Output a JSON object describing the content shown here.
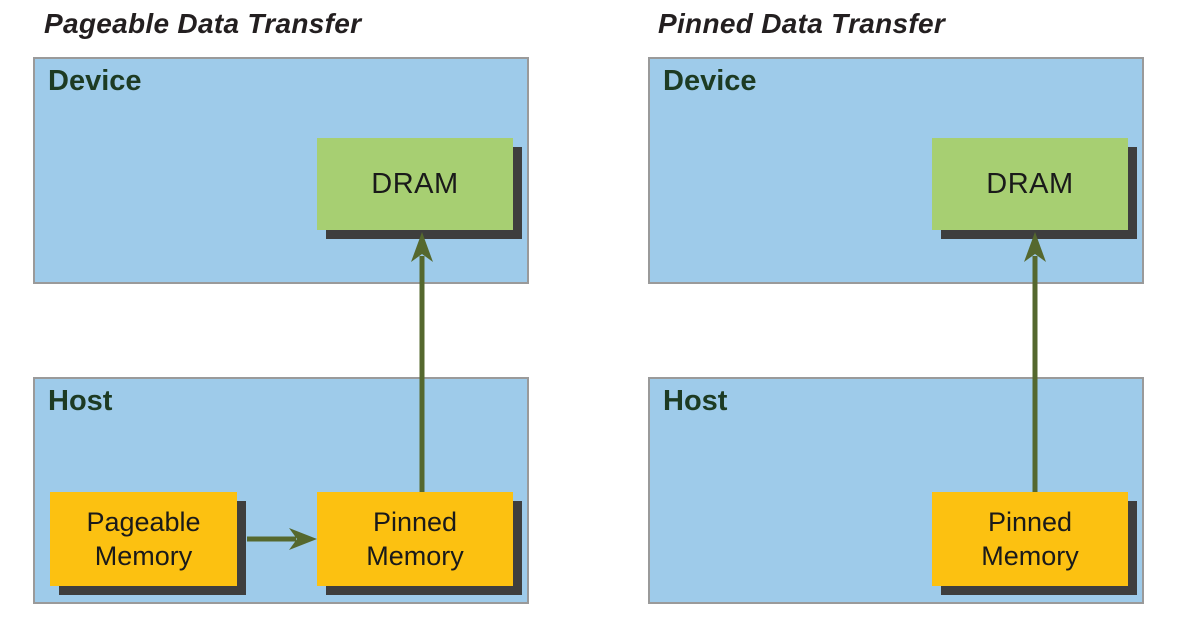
{
  "colors": {
    "title_text": "#231f20",
    "region_fill": "#9ecbea",
    "region_border": "#9a9a9a",
    "region_label_text": "#1d3b23",
    "dram_fill": "#a7cf72",
    "memory_fill": "#fcc111",
    "node_shadow": "#3e3e3e",
    "node_text": "#1a1a1a",
    "arrow_color": "#55682e"
  },
  "panels": {
    "left": {
      "title": "Pageable Data Transfer",
      "device": {
        "label": "Device",
        "dram_label": "DRAM"
      },
      "host": {
        "label": "Host",
        "pageable_label": "Pageable\nMemory",
        "pinned_label": "Pinned\nMemory"
      },
      "arrows": {
        "horizontal": "pageable-memory-to-pinned-memory",
        "vertical": "pinned-memory-to-device-dram"
      }
    },
    "right": {
      "title": "Pinned Data Transfer",
      "device": {
        "label": "Device",
        "dram_label": "DRAM"
      },
      "host": {
        "label": "Host",
        "pinned_label": "Pinned\nMemory"
      },
      "arrows": {
        "vertical": "pinned-memory-to-device-dram"
      }
    }
  }
}
